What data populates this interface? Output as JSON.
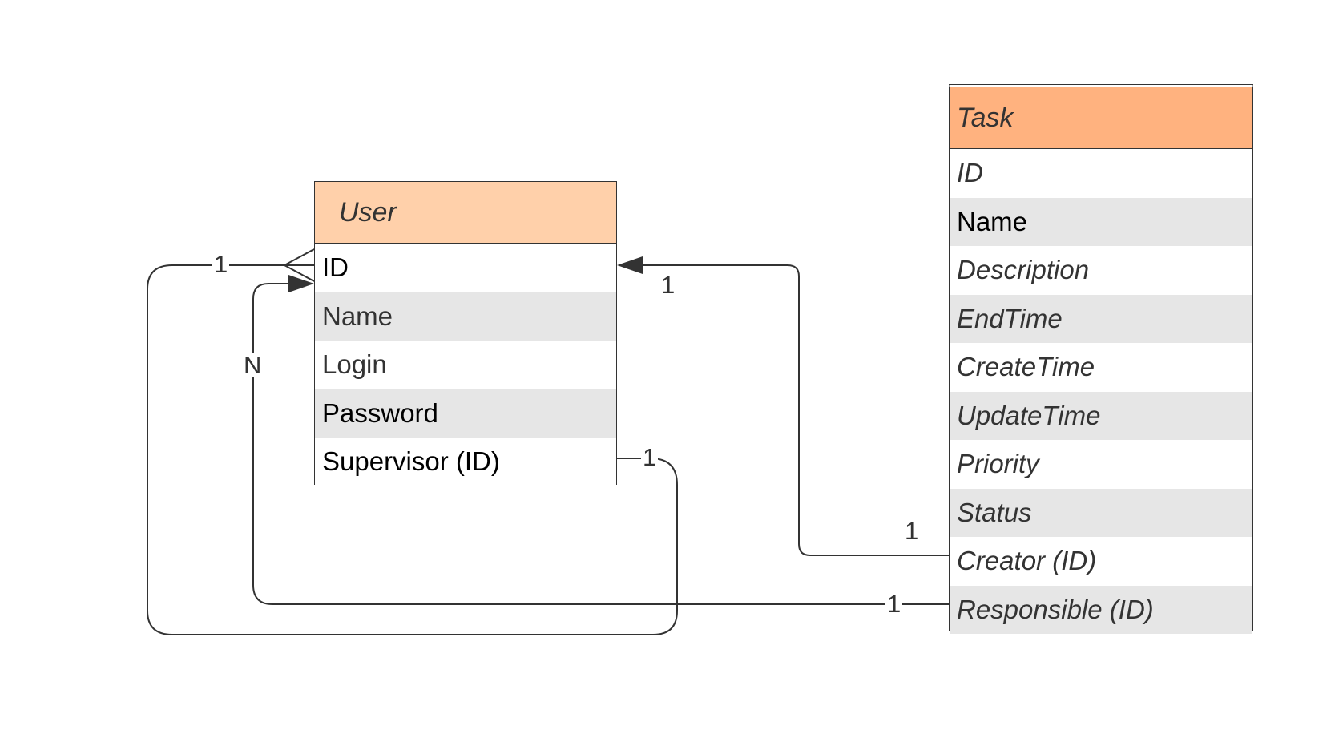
{
  "entities": {
    "user": {
      "title": "User",
      "header_color": "#ffd0aa",
      "fields": [
        {
          "label": "ID",
          "italic": false,
          "color": "#000000",
          "shaded": false
        },
        {
          "label": "Name",
          "italic": false,
          "color": "#333333",
          "shaded": true
        },
        {
          "label": "Login",
          "italic": false,
          "color": "#333333",
          "shaded": false
        },
        {
          "label": "Password",
          "italic": false,
          "color": "#000000",
          "shaded": true
        },
        {
          "label": "Supervisor (ID)",
          "italic": false,
          "color": "#000000",
          "shaded": false
        }
      ]
    },
    "task": {
      "title": "Task",
      "header_color": "#ffb27f",
      "fields": [
        {
          "label": "ID",
          "italic": true,
          "color": "#333333",
          "shaded": false
        },
        {
          "label": "Name",
          "italic": false,
          "color": "#000000",
          "shaded": true
        },
        {
          "label": "Description",
          "italic": true,
          "color": "#333333",
          "shaded": false
        },
        {
          "label": "EndTime",
          "italic": true,
          "color": "#333333",
          "shaded": true
        },
        {
          "label": "CreateTime",
          "italic": true,
          "color": "#333333",
          "shaded": false
        },
        {
          "label": "UpdateTime",
          "italic": true,
          "color": "#333333",
          "shaded": true
        },
        {
          "label": "Priority",
          "italic": true,
          "color": "#333333",
          "shaded": false
        },
        {
          "label": "Status",
          "italic": true,
          "color": "#333333",
          "shaded": true
        },
        {
          "label": "Creator (ID)",
          "italic": true,
          "color": "#333333",
          "shaded": false
        },
        {
          "label": "Responsible (ID)",
          "italic": true,
          "color": "#333333",
          "shaded": true
        }
      ]
    }
  },
  "relationships": [
    {
      "name": "supervisor-to-user",
      "from": "User.Supervisor (ID)",
      "to": "User.ID",
      "from_label": "1",
      "to_label": "1",
      "to_end": "crow-foot"
    },
    {
      "name": "creator-to-user",
      "from": "Task.Creator (ID)",
      "to": "User.ID",
      "from_label": "1",
      "to_label": "1",
      "to_end": "arrow"
    },
    {
      "name": "responsible-to-user",
      "from": "Task.Responsible (ID)",
      "to": "User.ID",
      "from_label": "1",
      "to_label": "N",
      "to_end": "arrow"
    }
  ],
  "colors": {
    "line": "#333333",
    "shaded_row": "#e6e6e6",
    "border": "#333333"
  }
}
